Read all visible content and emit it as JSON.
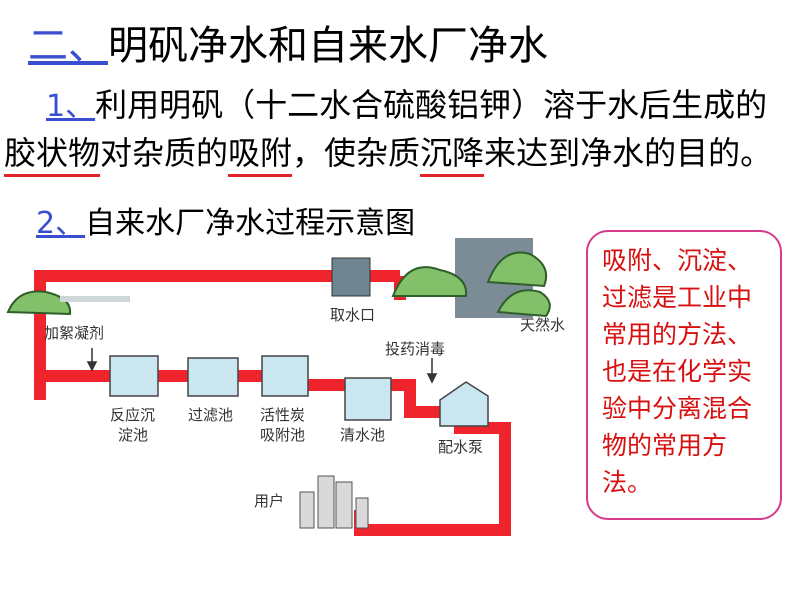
{
  "heading": {
    "number": "二、",
    "text": "明矾净水和自来水厂净水"
  },
  "point1": {
    "number": "1、",
    "t1": "利用明矾（十二水合硫酸铝钾）溶于水后生成的",
    "kw1": "胶状物",
    "t2": "对杂质的",
    "kw2": "吸附",
    "t3": "，使杂质",
    "kw3": "沉降",
    "t4": "来达到净水的目的。"
  },
  "point2": {
    "number": "2、",
    "text": "自来水厂净水过程示意图"
  },
  "diagram_labels": {
    "coagulant": "加絮凝剂",
    "intake": "取水口",
    "natural_water": "天然水",
    "disinfect": "投药消毒",
    "reaction_tank_1": "反应沉",
    "reaction_tank_2": "淀池",
    "filter_tank": "过滤池",
    "carbon_tank_1": "活性炭",
    "carbon_tank_2": "吸附池",
    "clear_tank": "清水池",
    "pump": "配水泵",
    "user": "用户"
  },
  "note": {
    "text": "吸附、沉淀、过滤是工业中常用的方法、也是在化学实验中分离混合物的常用方法。"
  },
  "colors": {
    "pipe": "#f0242c",
    "accent": "#3a4fd0",
    "note_border": "#d63a8a",
    "note_text": "#d8100f"
  }
}
